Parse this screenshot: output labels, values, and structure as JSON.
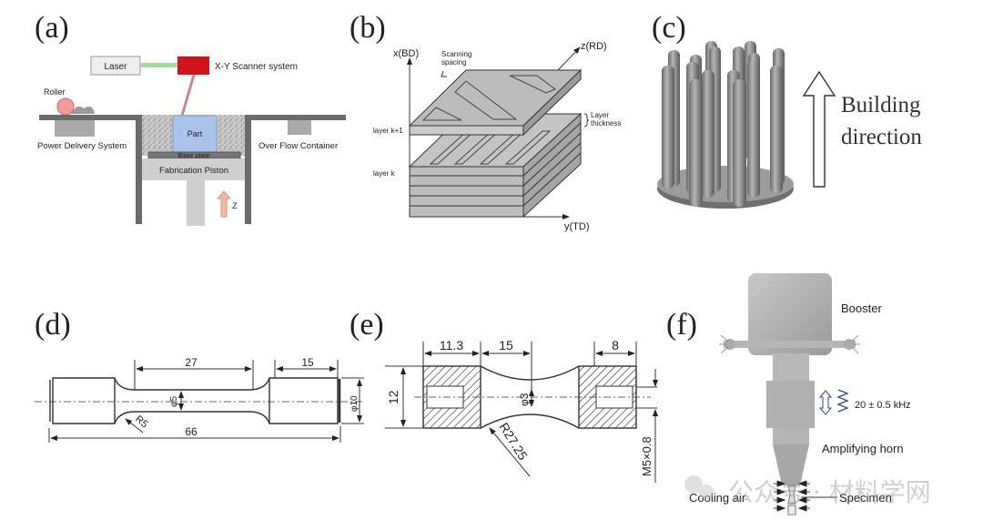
{
  "panels": {
    "a": {
      "label": "(a)",
      "laser": "Laser",
      "scanner": "X-Y Scanner system",
      "roller": "Roller",
      "powder_delivery": "Power Delivery System",
      "part": "Part",
      "base_plate": "Base plate",
      "piston": "Fabrication Piston",
      "overflow": "Over Flow Container",
      "z_axis": "Z"
    },
    "b": {
      "label": "(b)",
      "axis_x": "x(BD)",
      "axis_z": "z(RD)",
      "axis_y": "y(TD)",
      "scanning_spacing_1": "Scanning",
      "scanning_spacing_2": "spacing",
      "layer_thickness_1": "Layer",
      "layer_thickness_2": "thickness",
      "layer_k1": "layer k+1",
      "layer_k": "layer k"
    },
    "c": {
      "label": "(c)",
      "arrow_text_1": "Building",
      "arrow_text_2": "direction"
    },
    "d": {
      "label": "(d)",
      "dim_gauge": "27",
      "dim_grip": "15",
      "dim_total": "66",
      "dim_gauge_dia": "φ5",
      "dim_grip_dia": "φ10",
      "dim_radius": "R5"
    },
    "e": {
      "label": "(e)",
      "dim_grip": "11.3",
      "dim_half": "15",
      "dim_thread": "8",
      "dim_height": "12",
      "dim_min_dia": "φ3",
      "dim_radius": "R27.25",
      "dim_thread_spec": "M5×0.8"
    },
    "f": {
      "label": "(f)",
      "booster": "Booster",
      "frequency": "20 ±  0.5 kHz",
      "horn": "Amplifying horn",
      "cooling": "Cooling air",
      "specimen": "Specimen"
    }
  },
  "watermark": "公众号 · 材料学网"
}
